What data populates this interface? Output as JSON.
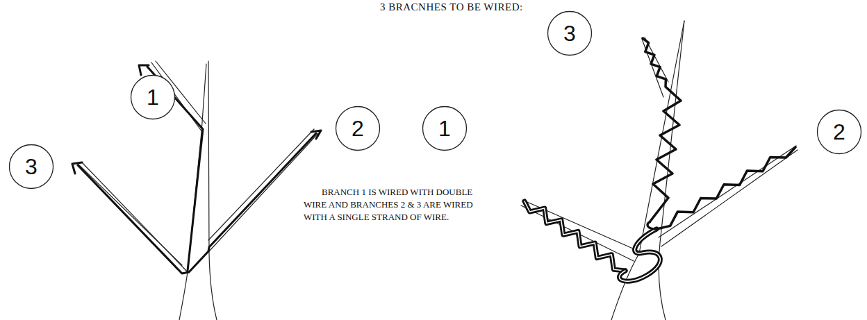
{
  "diagram": {
    "title": "3 BRACNHES TO BE WIRED:",
    "nodes": [
      {
        "text": [
          "1"
        ]
      },
      {
        "text": [
          "2"
        ]
      },
      {
        "text": [
          "3"
        ]
      },
      {
        "text": [
          "3"
        ]
      },
      {
        "text": [
          "1"
        ]
      },
      {
        "text": [
          "2"
        ]
      }
    ],
    "labels": [
      "BRANCH 1 IS WIRED WITH DOUBLE WIRE AND BRANCHES 2 & 3 ARE WIRED WITH A SINGLE STRAND OF WIRE."
    ]
  }
}
